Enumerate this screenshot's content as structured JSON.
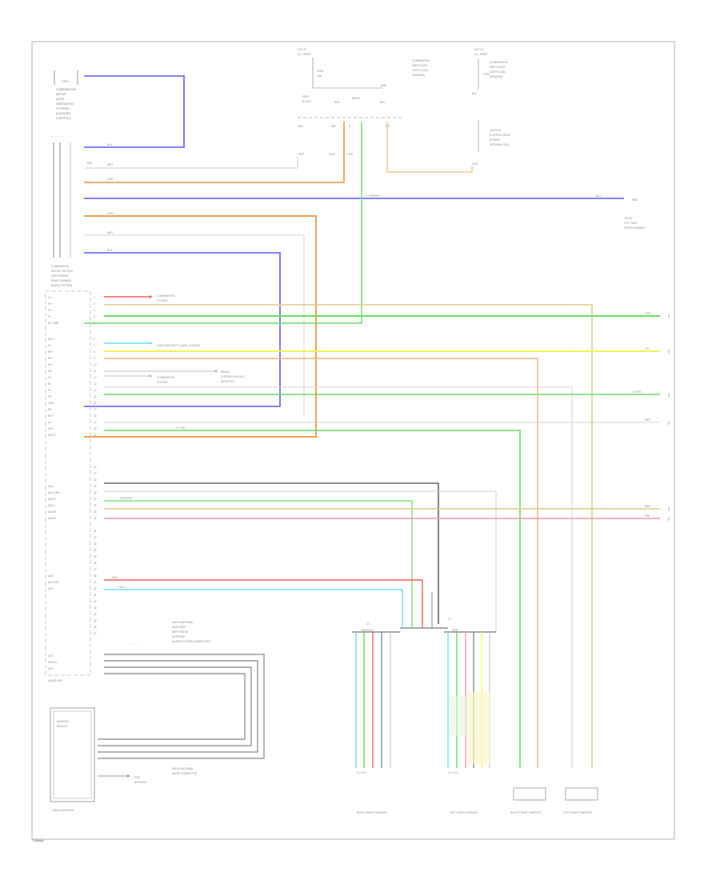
{
  "footer_code": "F#####",
  "blocks": {
    "top_left_label": "COMBINATION METER",
    "fuse_left": "HOT AT ALL TIMES",
    "fuse_right": "HOT AT ALL TIMES",
    "main_module": "AUDIO UNIT",
    "radio_antenna": "RADIO ANTENNA",
    "jc1": "JC",
    "jc2": "JC",
    "right_front_speaker": "RIGHT FRONT SPEAKER",
    "left_front_speaker": "LEFT FRONT SPEAKER",
    "front_rh_speaker": "RIGHT FRONT TWEETER",
    "front_lh_speaker": "LEFT FRONT TWEETER"
  },
  "colors": {
    "blue": "#5b5bf0",
    "orange": "#f5a050",
    "green": "#66dd66",
    "yellow": "#f2f25a",
    "tan": "#e0c88a",
    "pink": "#f59ab0",
    "red": "#f06060",
    "cyan": "#70e0f0",
    "gray": "#9a9a9a",
    "dark": "#555555",
    "faint": "#c8c8c8"
  }
}
